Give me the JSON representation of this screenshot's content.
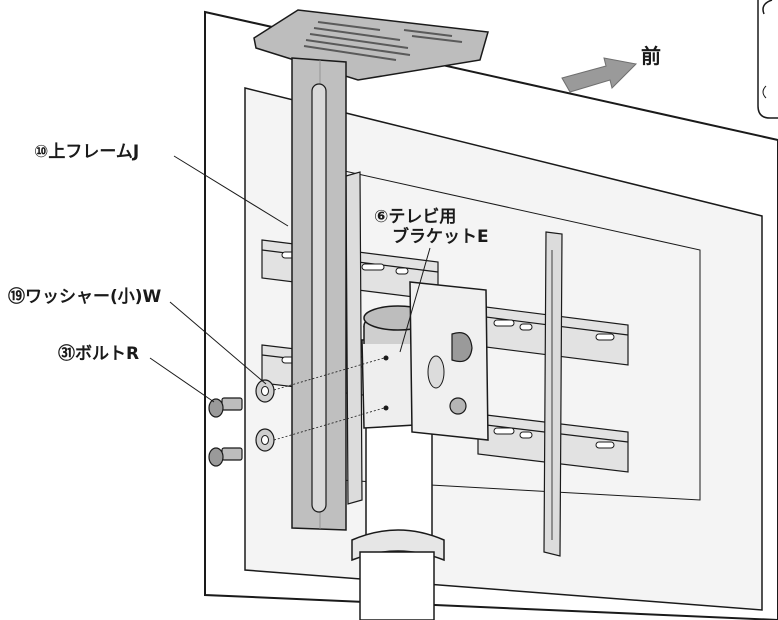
{
  "labels": {
    "front": "前",
    "upper_frame": "⑩上フレームJ",
    "tv_bracket_line1": "⑥テレビ用",
    "tv_bracket_line2": "ブラケットE",
    "washer": "⑲ワッシャー(小)W",
    "bolt": "㉛ボルトR"
  },
  "colors": {
    "line": "#1a1a1a",
    "tv_body": "#ffffff",
    "tv_panel": "#f3f3f3",
    "metal": "#cfcfcf",
    "metal_dark": "#8a8a8a",
    "arrow": "#8f8f8f"
  }
}
